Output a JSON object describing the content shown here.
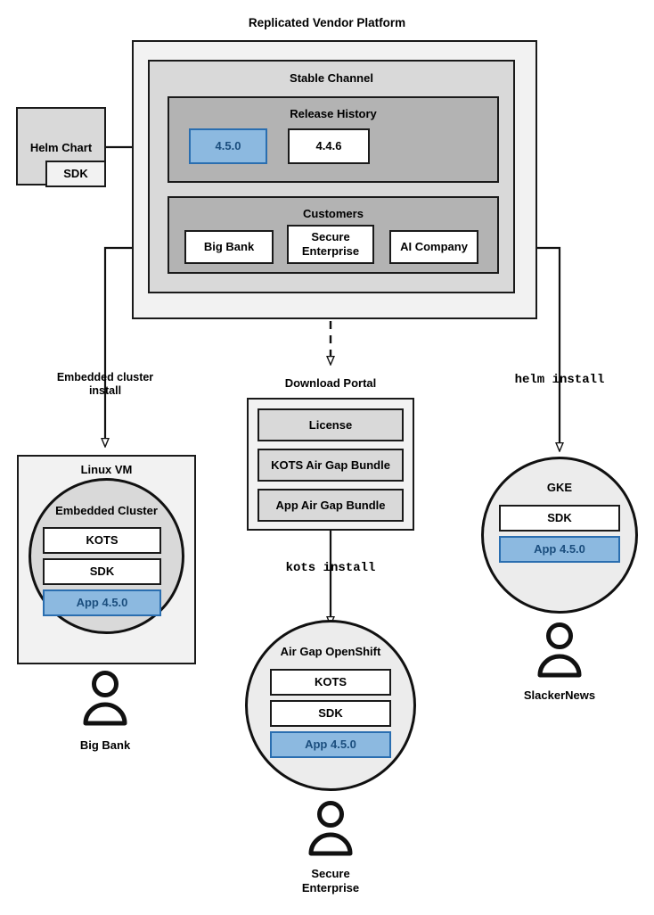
{
  "diagram": {
    "title": "Replicated Vendor Platform",
    "platform": {
      "stable_channel": {
        "title": "Stable Channel",
        "release_history": {
          "title": "Release History",
          "releases": [
            {
              "version": "4.5.0",
              "state": "current",
              "color": "#8cb9e0"
            },
            {
              "version": "4.4.6",
              "state": "previous",
              "color": "#ffffff"
            }
          ]
        },
        "customers": {
          "title": "Customers",
          "items": [
            {
              "name": "Big Bank"
            },
            {
              "name": "Secure\nEnterprise"
            },
            {
              "name": "AI Company"
            }
          ]
        }
      }
    },
    "helm_chart": {
      "title": "Helm Chart",
      "sdk_label": "SDK"
    },
    "flows": [
      {
        "label": "Embedded cluster\ninstall",
        "style": "plain"
      },
      {
        "label": "kots install",
        "style": "mono"
      },
      {
        "label": "helm install",
        "style": "mono"
      }
    ],
    "download_portal": {
      "title": "Download Portal",
      "artifacts": [
        {
          "name": "License"
        },
        {
          "name": "KOTS Air Gap Bundle"
        },
        {
          "name": "App Air Gap Bundle"
        }
      ],
      "install_command": "kots install"
    },
    "environments": [
      {
        "id": "linux-vm",
        "shape": "rect",
        "title": "Linux VM",
        "inner_title": "Embedded Cluster",
        "components": [
          {
            "name": "KOTS",
            "color": "#ffffff"
          },
          {
            "name": "SDK",
            "color": "#ffffff"
          },
          {
            "name": "App 4.5.0",
            "color": "#8cb9e0"
          }
        ],
        "user": "Big Bank"
      },
      {
        "id": "air-gap-openshift",
        "shape": "circle",
        "title": "Air Gap OpenShift",
        "components": [
          {
            "name": "KOTS",
            "color": "#ffffff"
          },
          {
            "name": "SDK",
            "color": "#ffffff"
          },
          {
            "name": "App 4.5.0",
            "color": "#8cb9e0"
          }
        ],
        "user": "Secure\nEnterprise"
      },
      {
        "id": "gke",
        "shape": "circle",
        "title": "GKE",
        "components": [
          {
            "name": "SDK",
            "color": "#ffffff"
          },
          {
            "name": "App 4.5.0",
            "color": "#8cb9e0"
          }
        ],
        "user": "SlackerNews"
      }
    ],
    "colors": {
      "accent_blue": "#8cb9e0",
      "accent_blue_border": "#2a6eb0",
      "accent_blue_text": "#1b4e7e",
      "panel_outer": "#f2f2f2",
      "panel_mid": "#d9d9d9",
      "panel_inner": "#b3b3b3",
      "stroke": "#1a1a1a"
    }
  }
}
